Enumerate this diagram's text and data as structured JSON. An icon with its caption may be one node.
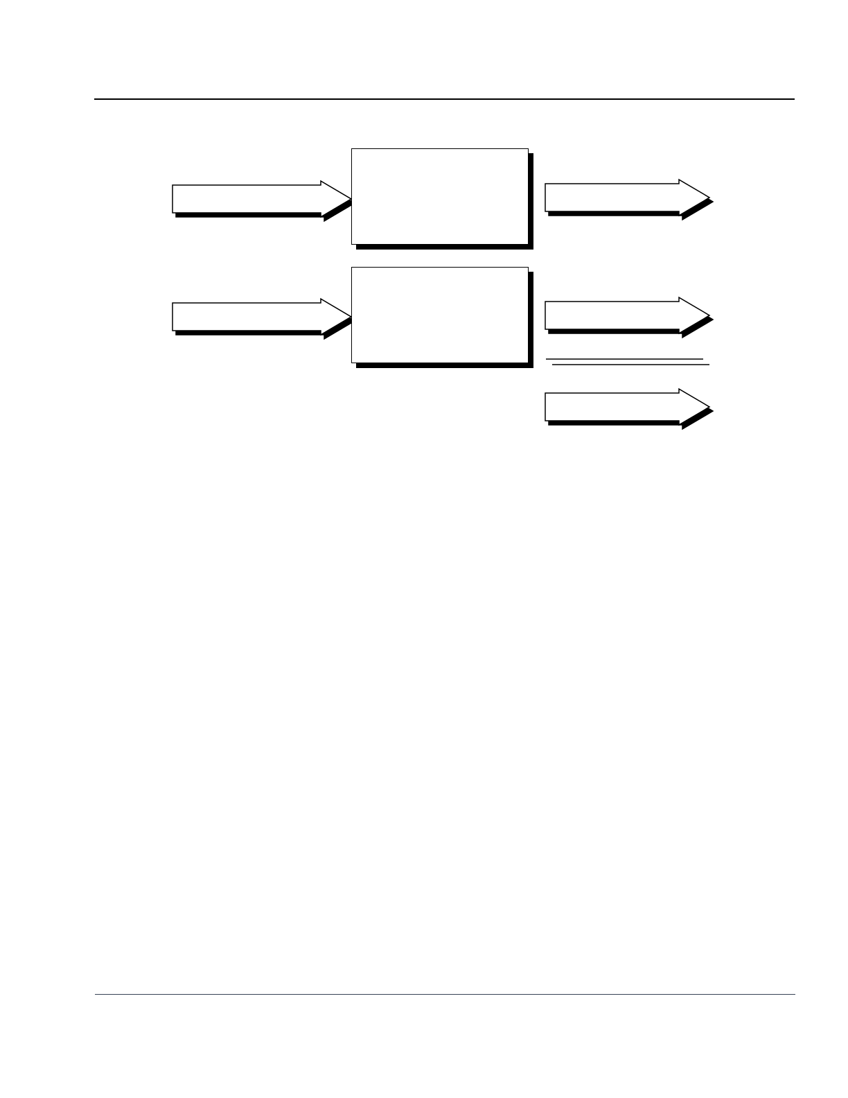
{
  "diagram": {
    "nodes": [
      {
        "text": [],
        "shape": "box"
      },
      {
        "text": [],
        "shape": "box"
      }
    ],
    "edges": [
      {
        "from": null,
        "to": 0,
        "arrow": "to"
      },
      {
        "from": null,
        "to": 1,
        "arrow": "to"
      },
      {
        "from": 0,
        "to": null,
        "arrow": "to"
      },
      {
        "from": 1,
        "to": null,
        "arrow": "to"
      },
      {
        "from": 1,
        "to": null,
        "arrow": "to"
      }
    ]
  }
}
